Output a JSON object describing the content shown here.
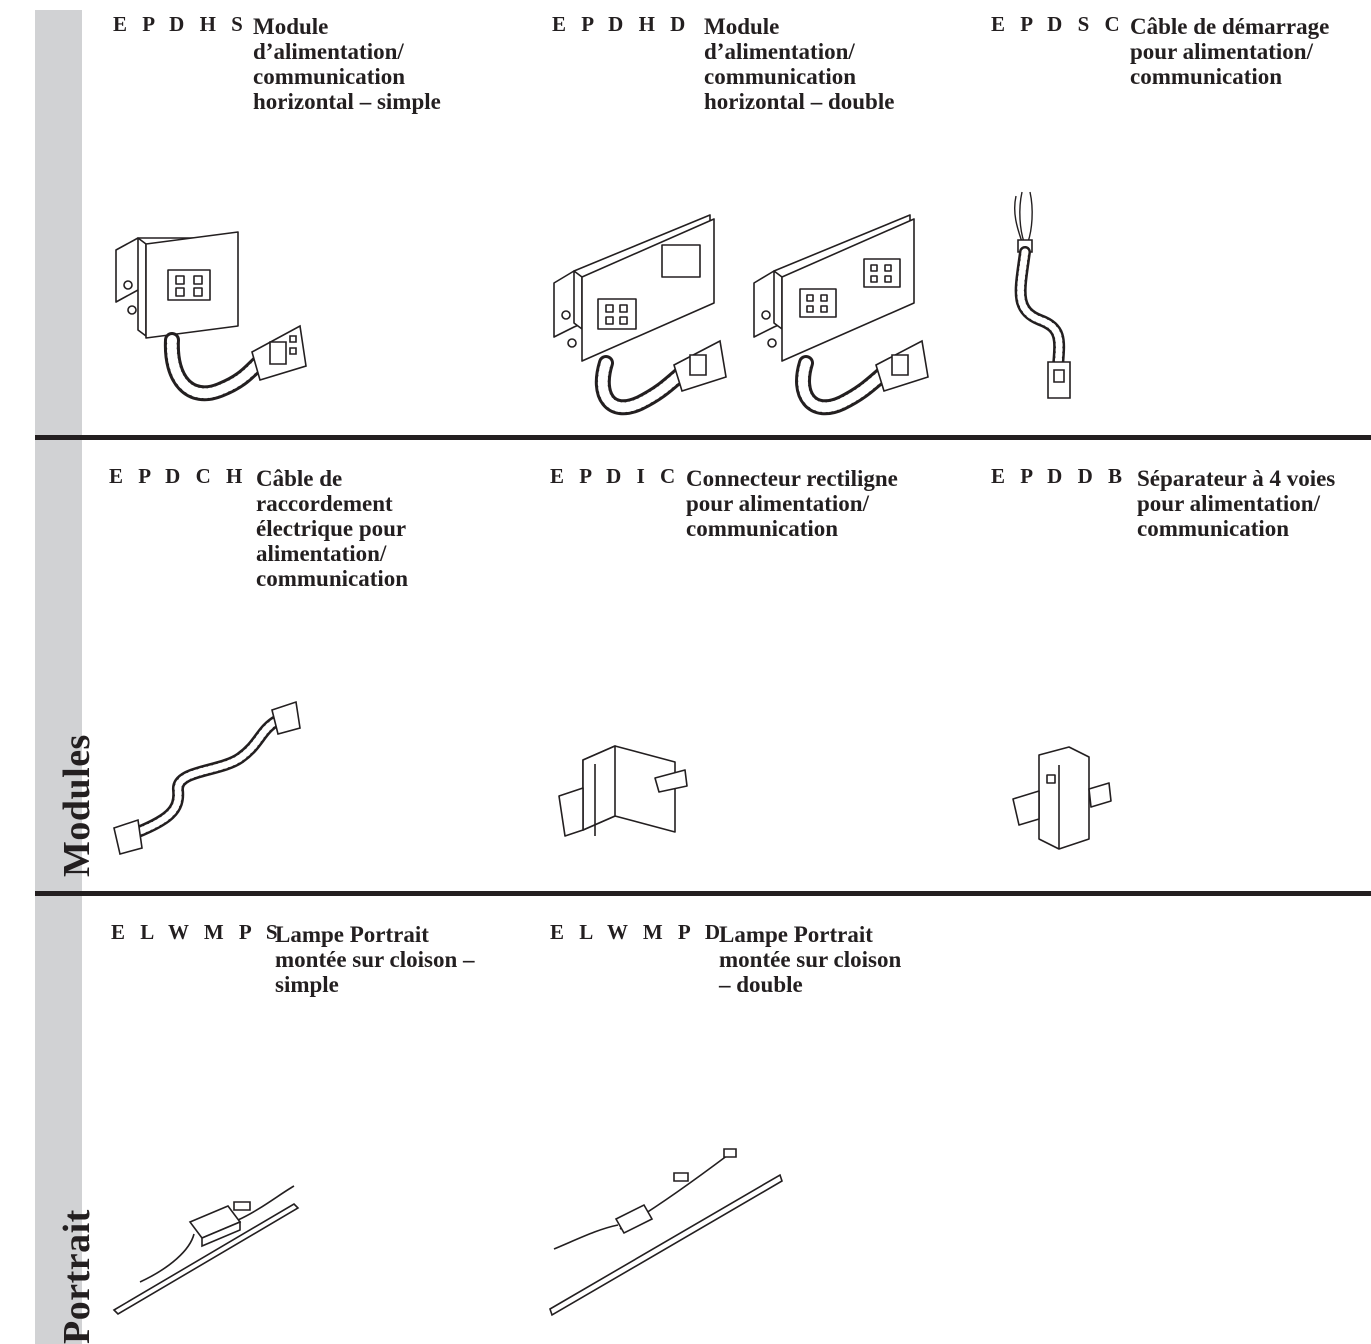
{
  "sections": [
    {
      "label": "Modules"
    },
    {
      "label": "Portrait"
    }
  ],
  "products": [
    {
      "code": "E P D H S",
      "desc": "Module\nd’alimentation/\ncommunication\nhorizontal – simple"
    },
    {
      "code": "E P D H D",
      "desc": "Module\nd’alimentation/\ncommunication\nhorizontal – double"
    },
    {
      "code": "E P D S C",
      "desc": "Câble de démarrage\npour alimentation/\ncommunication"
    },
    {
      "code": "E P D C H",
      "desc": "Câble de\nraccordement\nélectrique pour\nalimentation/\ncommunication"
    },
    {
      "code": "E P D I C",
      "desc": "Connecteur rectiligne\npour alimentation/\ncommunication"
    },
    {
      "code": "E P D D B",
      "desc": "Séparateur à 4 voies\npour alimentation/\ncommunication"
    },
    {
      "code": "E L W M P S",
      "desc": "Lampe Portrait\nmontée sur cloison –\nsimple"
    },
    {
      "code": "E L W M P D",
      "desc": "Lampe Portrait\nmontée sur cloison\n– double"
    }
  ],
  "colors": {
    "sidebar": "#d1d2d4",
    "ink": "#231f20",
    "background": "#ffffff"
  }
}
